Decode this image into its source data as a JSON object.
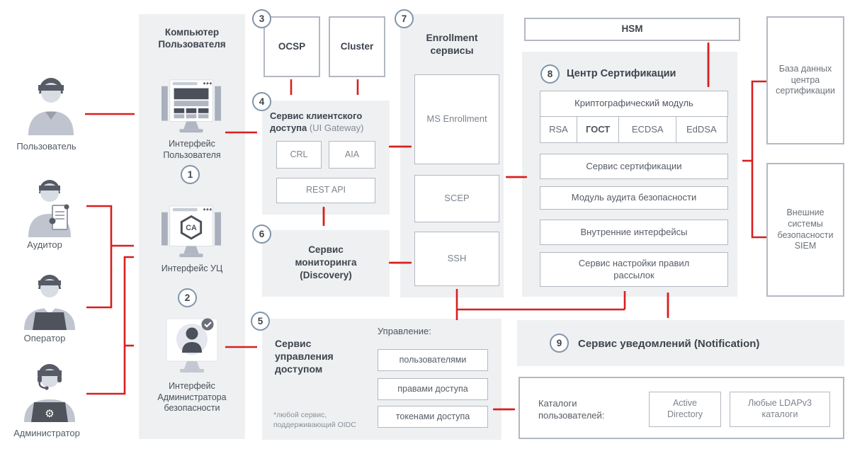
{
  "colors": {
    "c-arrow": "#d81f1f",
    "c-panel": "#eef0f2",
    "c-border": "#b3b8c1",
    "c-dark": "#3e444e",
    "c-circle": "#8195aa"
  },
  "personas": {
    "user": "Пользователь",
    "auditor": "Аудитор",
    "operator": "Оператор",
    "admin": "Администратор"
  },
  "computer": {
    "title": "Компьютер Пользователя",
    "user_interface": "Интерфейс Пользователя",
    "user_interface_num": "1",
    "ca_interface": "Интерфейс УЦ",
    "ca_interface_num": "2",
    "admin_interface": "Интерфейс Администратора безопасности"
  },
  "ocsp": {
    "num": "3",
    "label": "OCSP"
  },
  "cluster": {
    "label": "Cluster"
  },
  "gateway": {
    "num": "4",
    "title": "Сервис клиентского доступа",
    "title_suffix": "(UI Gateway)",
    "crl": "CRL",
    "aia": "AIA",
    "rest": "REST API"
  },
  "monitoring": {
    "num": "6",
    "title": "Сервис мониторинга (Discovery)"
  },
  "access": {
    "num": "5",
    "title": "Сервис управления доступом",
    "management_label": "Управление:",
    "items": [
      "пользователями",
      "правами доступа",
      "токенами доступа"
    ],
    "footnote": "*любой сервис, поддерживающий OIDC"
  },
  "enrollment": {
    "num": "7",
    "title": "Enrollment сервисы",
    "services": [
      "MS Enrollment",
      "SCEP",
      "SSH"
    ]
  },
  "hsm": {
    "label": "HSM"
  },
  "ca": {
    "num": "8",
    "title": "Центр Сертификации",
    "crypto_module": "Криптографический модуль",
    "algorithms": [
      "RSA",
      "ГОСТ",
      "ECDSA",
      "EdDSA"
    ],
    "cert_service": "Сервис сертификации",
    "audit_module": "Модуль аудита безопасности",
    "internal_interfaces": "Внутренние интерфейсы",
    "mailing_rules": "Сервис настройки правил рассылок"
  },
  "database": {
    "label": "База данных центра сертификации"
  },
  "siem": {
    "label": "Внешние системы безопасности SIEM"
  },
  "notification": {
    "num": "9",
    "title": "Сервис уведомлений (Notification)"
  },
  "catalogs": {
    "title": "Каталоги пользователей:",
    "active_directory": "Active Directory",
    "ldap": "Любые LDAPv3 каталоги"
  }
}
